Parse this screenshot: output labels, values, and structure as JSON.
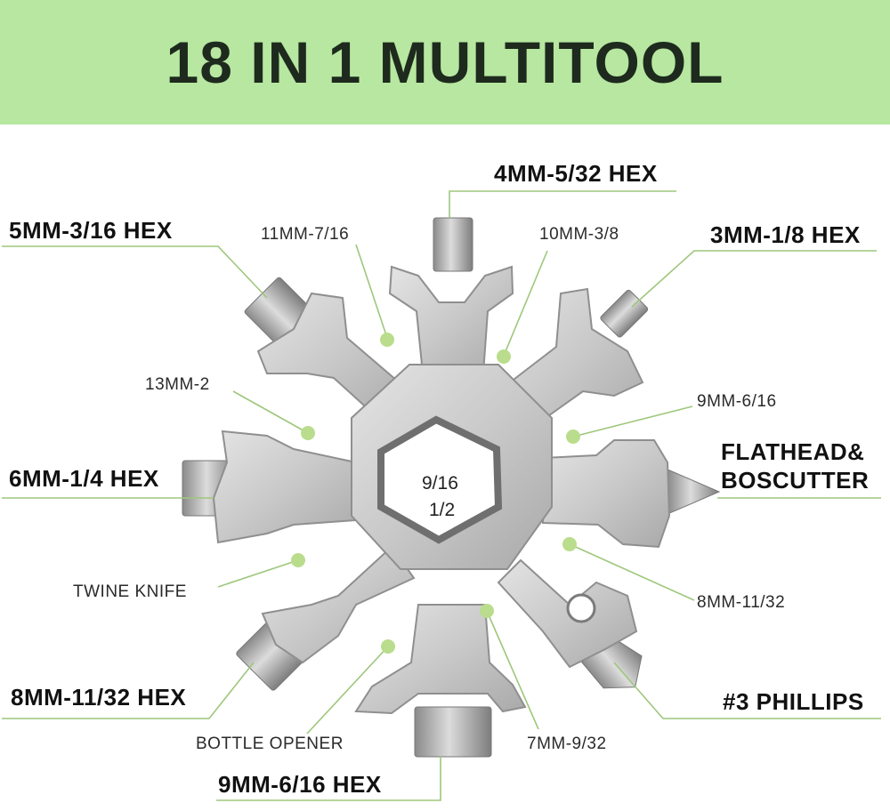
{
  "title": "18 IN 1 MULTITOOL",
  "colors": {
    "banner": "#b7e7a0",
    "accent_dot": "#b9dd8c",
    "leader_line": "#9ec77b",
    "metal": "#c9c9c9",
    "title_text": "#1e2a1e"
  },
  "center": {
    "line1": "9/16",
    "line2": "1/2"
  },
  "labels": {
    "hex_4mm": "4MM-5/32 HEX",
    "hex_5mm": "5MM-3/16 HEX",
    "hex_3mm": "3MM-1/8 HEX",
    "hex_6mm": "6MM-1/4 HEX",
    "hex_8mm": "8MM-11/32 HEX",
    "hex_9mm": "9MM-6/16 HEX",
    "flathead_1": "FLATHEAD&",
    "flathead_2": "BOSCUTTER",
    "phillips": "#3 PHILLIPS",
    "w11": "11MM-7/16",
    "w10": "10MM-3/8",
    "w13": "13MM-2",
    "w9": "9MM-6/16",
    "twine": "TWINE KNIFE",
    "w8": "8MM-11/32",
    "bottle": "BOTTLE OPENER",
    "w7": "7MM-9/32"
  }
}
